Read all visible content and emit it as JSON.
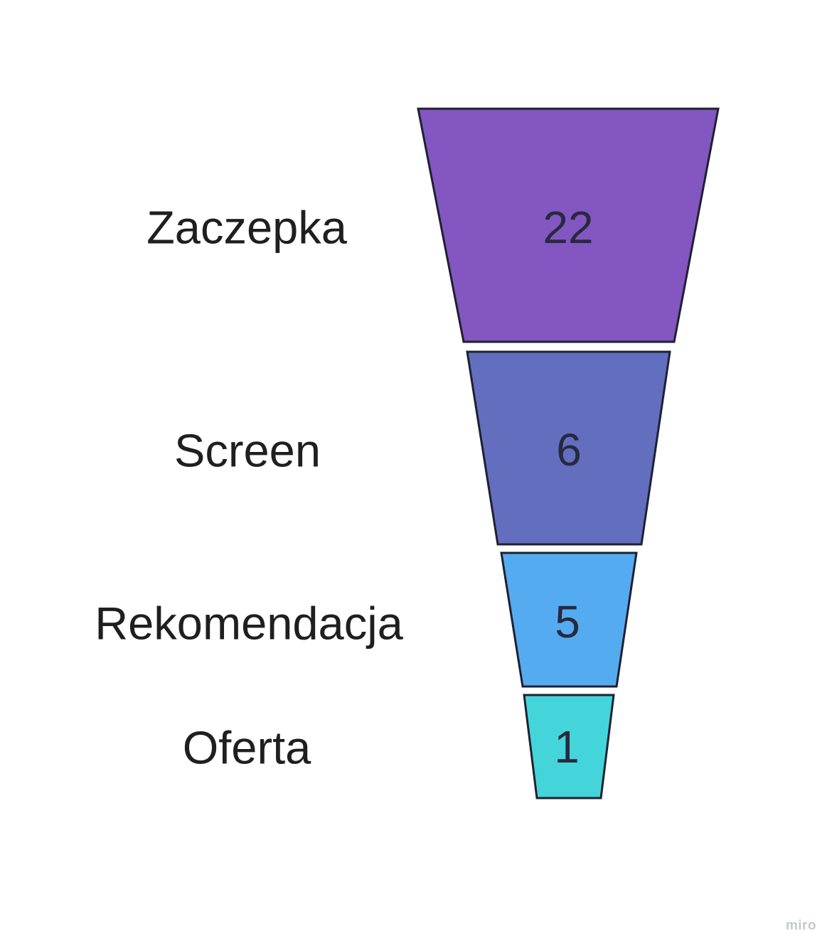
{
  "chart_data": {
    "type": "funnel",
    "title": "",
    "orientation": "vertical",
    "legend": "none",
    "background": "#FFFFFF",
    "outline_color": "#1E2130",
    "label_color": "#1F1F1F",
    "value_color": "#262A40",
    "categories": [
      "Zaczepka",
      "Screen",
      "Rekomendacja",
      "Oferta"
    ],
    "values": [
      22,
      6,
      5,
      1
    ],
    "stages": [
      {
        "label": "Zaczepka",
        "value": 22,
        "color": "#8456C1"
      },
      {
        "label": "Screen",
        "value": 6,
        "color": "#636EBE"
      },
      {
        "label": "Rekomendacja",
        "value": 5,
        "color": "#55ABEF"
      },
      {
        "label": "Oferta",
        "value": 1,
        "color": "#44D5DA"
      }
    ]
  },
  "watermark": {
    "text": "miro"
  }
}
